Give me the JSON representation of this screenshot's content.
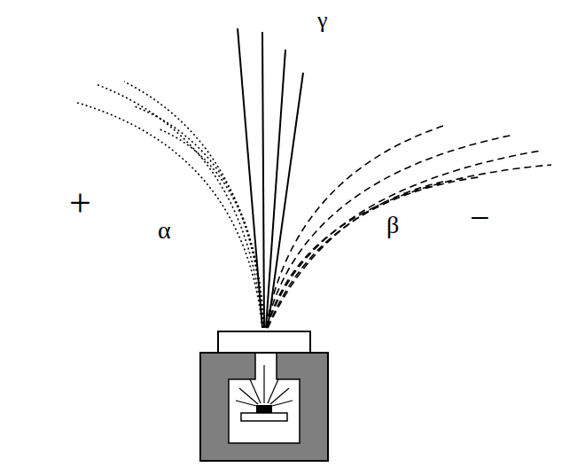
{
  "diagram": {
    "labels": [
      "γ",
      "+",
      "α",
      "β",
      "−"
    ]
  }
}
